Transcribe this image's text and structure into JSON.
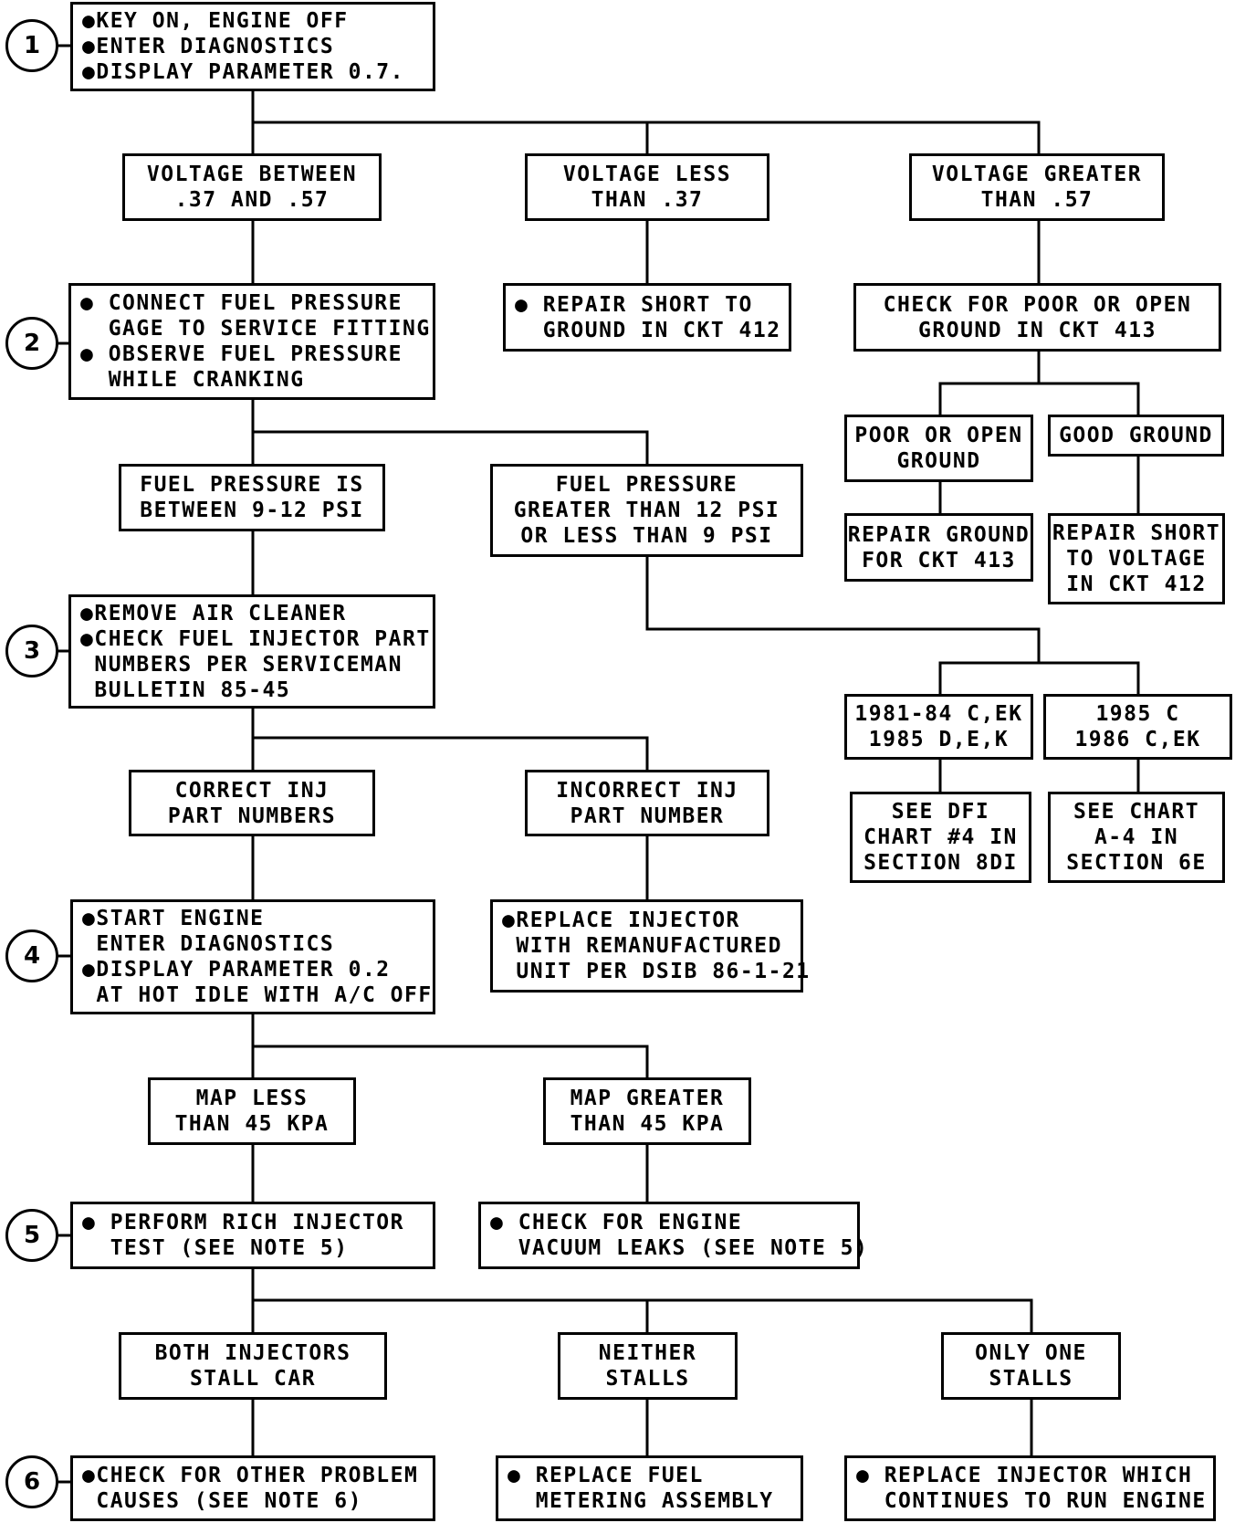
{
  "steps": [
    "1",
    "2",
    "3",
    "4",
    "5",
    "6"
  ],
  "nodes": {
    "s1": [
      "●KEY ON, ENGINE OFF",
      "●ENTER DIAGNOSTICS",
      "●DISPLAY PARAMETER 0.7."
    ],
    "v_between": [
      "VOLTAGE BETWEEN",
      ".37 AND .57"
    ],
    "v_less": [
      "VOLTAGE LESS",
      "THAN .37"
    ],
    "v_greater": [
      "VOLTAGE GREATER",
      "THAN .57"
    ],
    "s2": [
      "● CONNECT FUEL PRESSURE",
      "  GAGE TO SERVICE FITTING",
      "● OBSERVE FUEL PRESSURE",
      "  WHILE CRANKING"
    ],
    "repair_short_412": [
      "● REPAIR SHORT TO",
      "  GROUND IN CKT 412"
    ],
    "check_ground_413": [
      "CHECK FOR POOR OR OPEN",
      "GROUND IN CKT 413"
    ],
    "poor_open_ground": [
      "POOR OR OPEN",
      "GROUND"
    ],
    "good_ground": [
      "GOOD GROUND"
    ],
    "repair_ground_413": [
      "REPAIR GROUND",
      "FOR CKT 413"
    ],
    "repair_short_voltage": [
      "REPAIR SHORT",
      "TO VOLTAGE",
      "IN CKT 412"
    ],
    "fp_between": [
      "FUEL PRESSURE IS",
      "BETWEEN 9-12 PSI"
    ],
    "fp_out": [
      "FUEL PRESSURE",
      "GREATER THAN 12 PSI",
      "OR LESS THAN 9 PSI"
    ],
    "s3": [
      "●REMOVE AIR CLEANER",
      "●CHECK FUEL INJECTOR PART",
      " NUMBERS PER SERVICEMAN",
      " BULLETIN 85-45"
    ],
    "models_a": [
      "1981-84 C,EK",
      "1985 D,E,K"
    ],
    "models_b": [
      "1985 C",
      "1986 C,EK"
    ],
    "see_dfi": [
      "SEE DFI",
      "CHART #4 IN",
      "SECTION 8DI"
    ],
    "see_chart_a4": [
      "SEE CHART",
      "A-4 IN",
      "SECTION 6E"
    ],
    "correct_inj": [
      "CORRECT INJ",
      "PART NUMBERS"
    ],
    "incorrect_inj": [
      "INCORRECT INJ",
      "PART NUMBER"
    ],
    "s4": [
      "●START ENGINE",
      " ENTER DIAGNOSTICS",
      "●DISPLAY PARAMETER 0.2",
      " AT HOT IDLE WITH A/C OFF"
    ],
    "replace_injector": [
      "●REPLACE INJECTOR",
      " WITH REMANUFACTURED",
      " UNIT PER DSIB 86-1-21"
    ],
    "map_less": [
      "MAP LESS",
      "THAN 45 KPA"
    ],
    "map_greater": [
      "MAP GREATER",
      "THAN 45 KPA"
    ],
    "s5": [
      "● PERFORM RICH INJECTOR",
      "  TEST (SEE NOTE 5)"
    ],
    "vacuum_leaks": [
      "● CHECK FOR ENGINE",
      "  VACUUM LEAKS (SEE NOTE 5)"
    ],
    "both_stall": [
      "BOTH INJECTORS",
      "STALL CAR"
    ],
    "neither_stalls": [
      "NEITHER",
      "STALLS"
    ],
    "only_one": [
      "ONLY ONE",
      "STALLS"
    ],
    "s6": [
      "●CHECK FOR OTHER PROBLEM",
      " CAUSES (SEE NOTE 6)"
    ],
    "replace_fuel_metering": [
      "● REPLACE FUEL",
      "  METERING ASSEMBLY"
    ],
    "replace_injector_run": [
      "● REPLACE INJECTOR WHICH",
      "  CONTINUES TO RUN ENGINE"
    ]
  },
  "colors": {
    "ink": "#000000",
    "paper": "#ffffff"
  }
}
